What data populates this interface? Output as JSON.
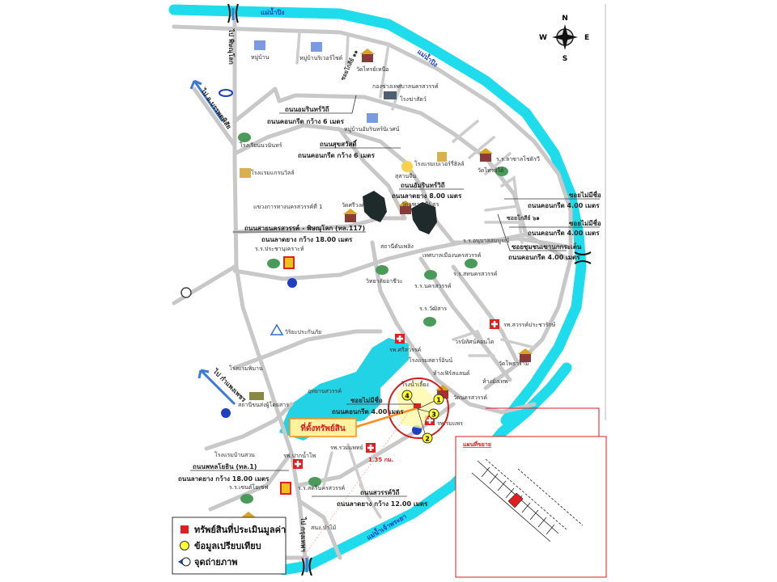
{
  "colors": {
    "river": "#1fdcec",
    "road": "#c8c8c8",
    "subject": "#e02020",
    "comparable": "#ffff33",
    "circle": "#d41c1c",
    "lake": "#22d3e6"
  },
  "compass": {
    "n": "N",
    "s": "S",
    "e": "E",
    "w": "W"
  },
  "rivers": {
    "ping_1": "แม่น้ำปิง",
    "ping_2": "แม่น้ำปิง",
    "chao_phraya": "แม่น้ำเจ้าพระยา"
  },
  "directions": {
    "phitsanulok": "ไป พิษณุโลก",
    "banphot": "ไป อ.บรรพตพิสัย",
    "kamphaeng": "ไป กำแพงเพชร",
    "bangkok": "ไป กรุงเทพฯ"
  },
  "roads": {
    "amarin_1": "ถนนอมรินทร์วิถี",
    "amarin_1_desc": "ถนนคอนกรีต กว้าง 6 เมตร",
    "suksawat": "ถนนสุขสวัสดิ์",
    "suksawat_desc": "ถนนคอนกรีต กว้าง 6 เมตร",
    "amarin_2": "ถนนอัมรินทร์วิถี",
    "amarin_2_desc": "ถนนลาดยาง 8.00 เมตร",
    "hwy117": "ถนนสายนครสวรรค์ - พิษณุโลก (ทล.117)",
    "hwy117_desc": "ถนนลาดยาง กว้าง 18.00 เมตร",
    "soi_r1": "ซอยไม่มีชื่อ",
    "soi_r1_desc": "ถนนคอนกรีต 4.00 เมตร",
    "soi_r2": "ซอยไม่มีชื่อ",
    "soi_r2_desc": "ถนนคอนกรีต 4.00 เมตร",
    "soi_kosi": "ซอยโกสีย์ ๖๑",
    "soi_community": "ซอยชุมชนเขานกกระเต็น",
    "soi_community_desc": "ถนนคอนกรีต 4.00 เมตร",
    "soi_subject": "ซอยไม่มีชื่อ",
    "soi_subject_desc": "ถนนคอนกรีต 4.00 เมตร",
    "phahon": "ถนนพหลโยธิน (ทล.1)",
    "phahon_desc": "ถนนลาดยาง กว้าง 18.00 เมตร",
    "sawan": "ถนนสวรรค์วิถี",
    "sawan_desc": "ถนนลาดยาง กว้าง 12.00 เมตร",
    "soi_north": "ซอยโกสีย์ ๑๑"
  },
  "places": {
    "village": "หมู่บ้าน",
    "riverside_village": "หมู่บ้านริเวอร์ไซด์",
    "wat_sai_north": "วัดไทรย์เหนือ",
    "engineering": "กองช่างเทศบาลนครสวรรค์",
    "slaughter": "โรงฆ่าสัตว์",
    "amarin_village": "หมู่บ้านอัมรินทร์นิเวศน์",
    "nawamin_school": "โรงเรียนนวมินทร์",
    "grandville": "โรงแรมแกรนวิลล์",
    "chinese_cemetery": "สุสานจีน",
    "beverly": "โรงแรมเบเวอร์รี่ฮิลล์",
    "wat_sai_south": "วัดไทรย์ใต้",
    "lasalle": "ร.ร.ลาซาลโชติรวี",
    "wat_sriwong": "วัดศรีวงค์",
    "wat_juthamani": "วัดจุฑามณีมิตร",
    "highways_office": "แขวงการทางนครสวรรค์ที่ 1",
    "pracha_school": "ร.ร.ประชานุเคราะห์",
    "fire_station": "สถานีดับเพลิง",
    "municipality": "เทศบาลเมืองนครสวรรค์",
    "anuban": "ร.ร.อนุบาลสมบูรณ์",
    "sahanakorn": "ร.ร.สหนครสวรรค์",
    "vocational": "วิทยาลัยอาชีวะ",
    "nakhonsawan_school": "ร.ร.นครสวรรค์",
    "wattisan": "ร.ร.วัฒิสาร",
    "condo": "วรนิทัศน์คอนโด",
    "sawanpracharak": "รพ.สวรรค์ประชารักษ์",
    "viriyah": "วิริยะประกันภัย",
    "sri_sawan_hosp": "รพ.ศรีสวรรค์",
    "star_inn": "โรงแรมสตาร์อินน์",
    "mall_1": "ห้างเฟิร์สแลนด์",
    "mall_2": "ห้างมิ่งเทพ",
    "wat_photharam": "วัดโพธาราม",
    "piman": "โรงแรมพิมาน",
    "bus_station": "สถานีขนส่งผู้โดยสาร",
    "udyan": "อุทยานสวรรค์",
    "wat_nakhon": "วัดนครสวรรค์",
    "rompaen": "รพ.ร่มแพร",
    "bansuan": "โรงแรมบ้านสวน",
    "ruam_phaet": "รพ.รวมแพทย์",
    "paknampho_hosp": "รพ.ปากน้ำโพ",
    "st_joseph": "ร.ร.เซนต์โยเซฟ",
    "satri": "ร.ร.สตรีนครสวรรค์",
    "forestry": "สนง.ป่าไม้",
    "hotel_near": "โรงน้ำเลี้ยง"
  },
  "subject": {
    "label": "ที่ตั้งทรัพย์สิน",
    "distance": "1.35 กม."
  },
  "comparables": [
    "1",
    "2",
    "3",
    "4"
  ],
  "inset": {
    "title": "แผนที่ขยาย"
  },
  "legend": {
    "subject": "ทรัพย์สินที่ประเมินมูลค่า",
    "comparable": "ข้อมูลเปรียบเทียบ",
    "photo": "จุดถ่ายภาพ"
  }
}
